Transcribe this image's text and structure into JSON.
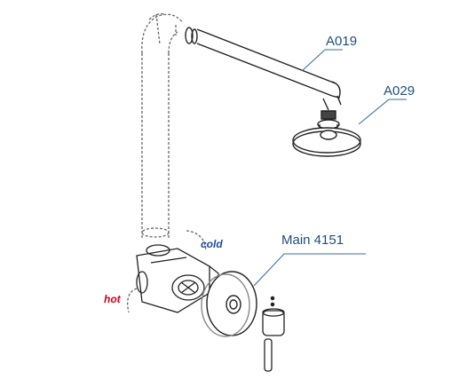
{
  "labels": {
    "arm": "A019",
    "head": "A029",
    "mixer": "Main 4151",
    "cold": "cold",
    "hot": "hot"
  },
  "colors": {
    "label_text": "#1f4e79",
    "leader": "#3a6ea5",
    "cold": "#1f4e9a",
    "hot": "#d0021b",
    "outline": "#222222",
    "dashed": "#666666"
  }
}
